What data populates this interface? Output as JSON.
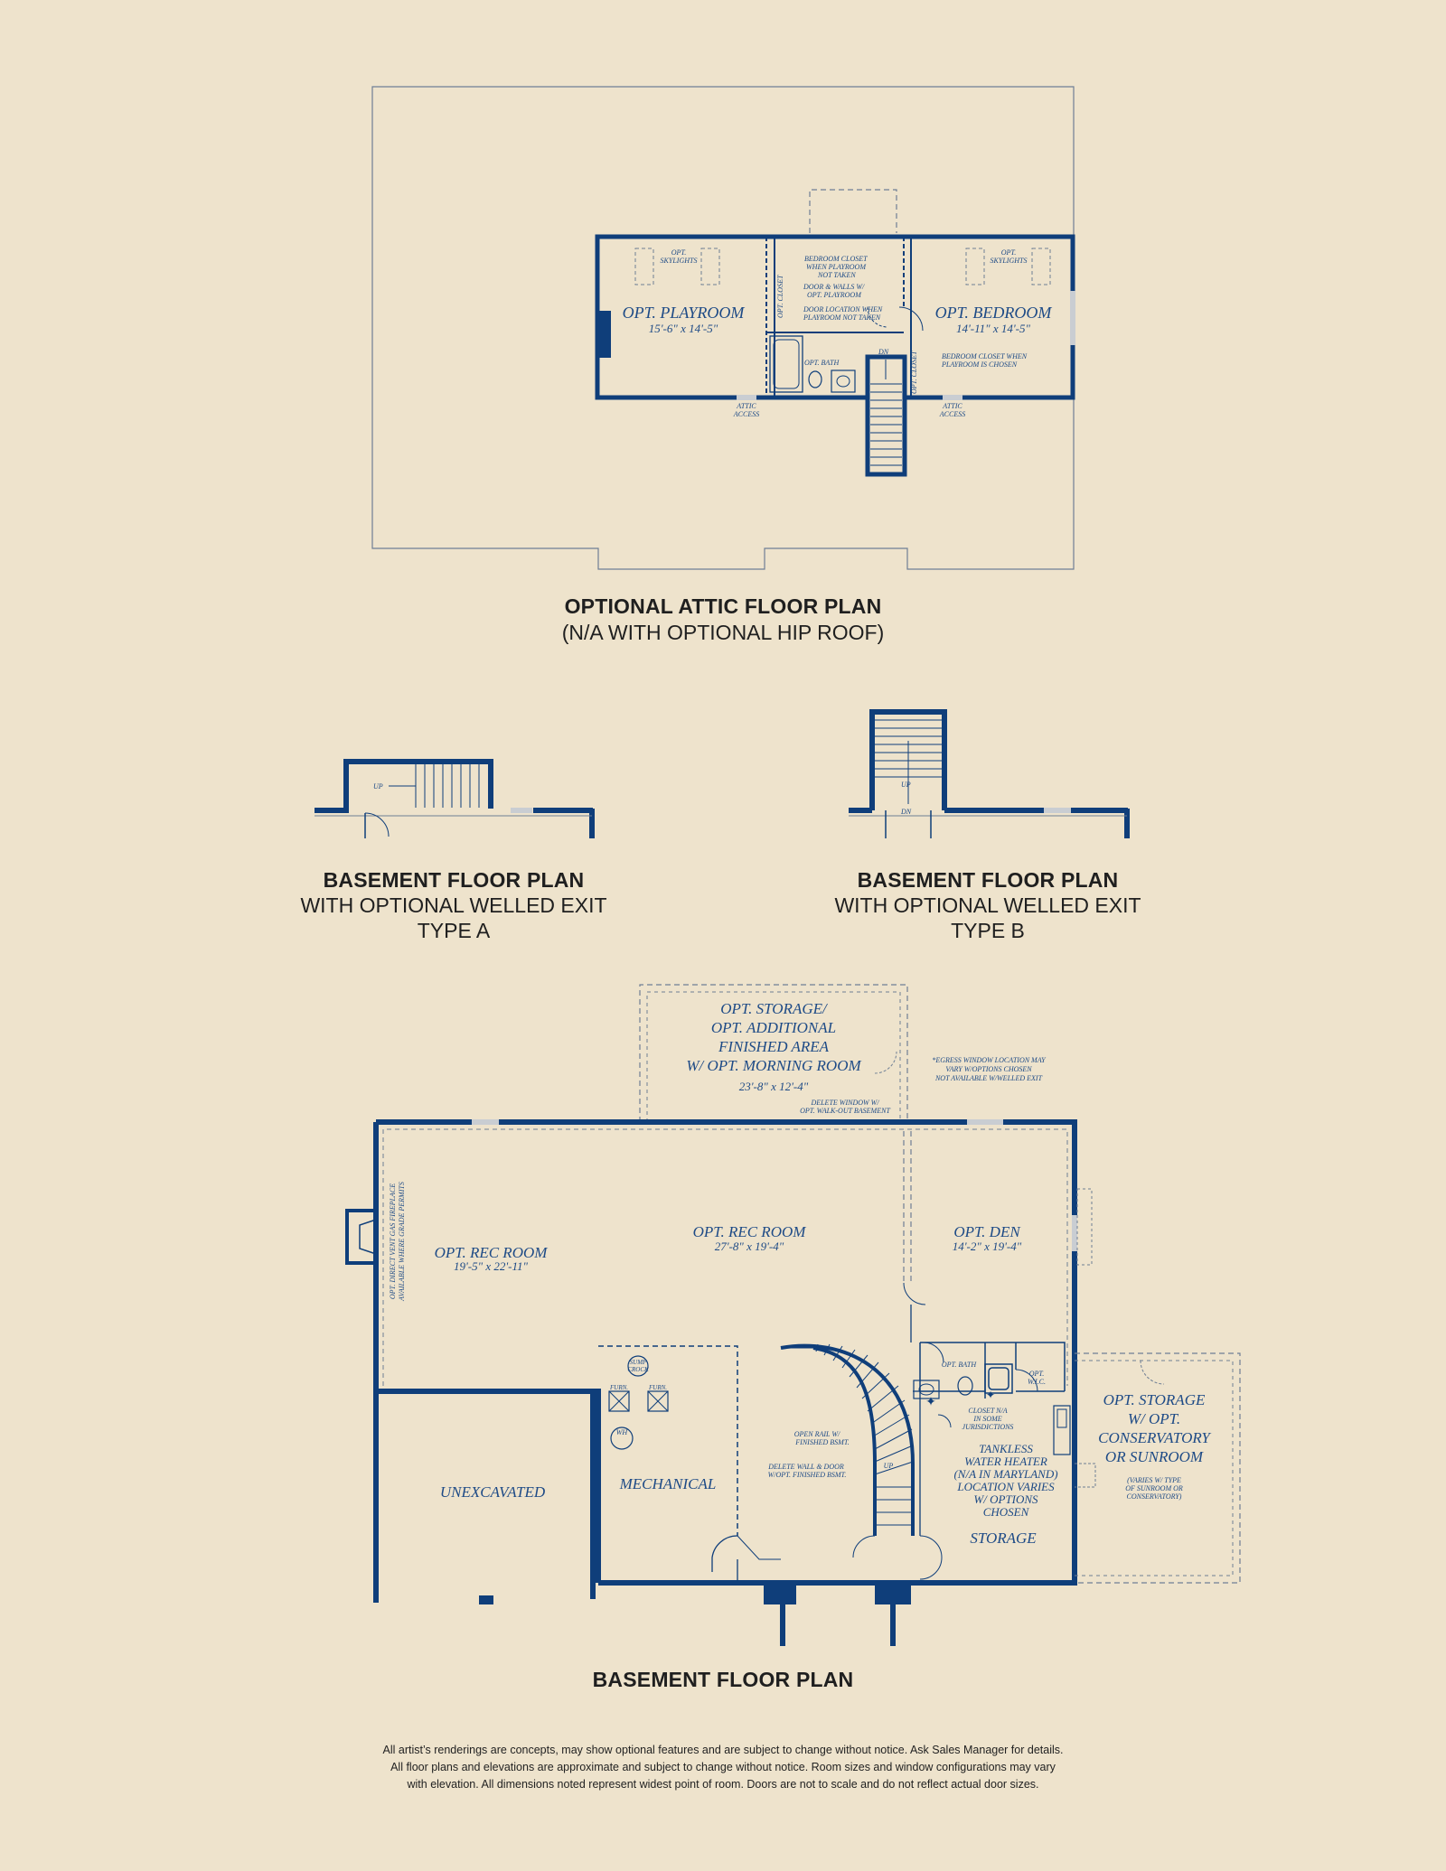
{
  "attic": {
    "title": "OPTIONAL ATTIC FLOOR PLAN",
    "subtitle": "(N/A WITH OPTIONAL HIP ROOF)",
    "rooms": {
      "playroom_name": "OPT. PLAYROOM",
      "playroom_dims": "15'-6\" x 14'-5\"",
      "bedroom_name": "OPT. BEDROOM",
      "bedroom_dims": "14'-11\" x 14'-5\""
    },
    "notes": {
      "skylights_1a": "OPT.",
      "skylights_1b": "SKYLIGHTS",
      "skylights_2a": "OPT.",
      "skylights_2b": "SKYLIGHTS",
      "closet_note_1": "BEDROOM CLOSET",
      "closet_note_2": "WHEN PLAYROOM",
      "closet_note_3": "NOT TAKEN",
      "door_walls_1": "DOOR & WALLS W/",
      "door_walls_2": "OPT. PLAYROOM",
      "door_loc_1": "DOOR LOCATION WHEN",
      "door_loc_2": "PLAYROOM NOT TAKEN",
      "opt_closet_left": "OPT. CLOSET",
      "opt_closet_right": "OPT. CLOSET",
      "opt_bath": "OPT. BATH",
      "dn": "DN",
      "bed_closet_1": "BEDROOM CLOSET WHEN",
      "bed_closet_2": "PLAYROOM IS CHOSEN",
      "attic_access_1a": "ATTIC",
      "attic_access_1b": "ACCESS",
      "attic_access_2a": "ATTIC",
      "attic_access_2b": "ACCESS"
    }
  },
  "exit_a": {
    "title": "BASEMENT FLOOR PLAN",
    "line1": "WITH OPTIONAL WELLED EXIT",
    "line2": "TYPE A",
    "up": "UP"
  },
  "exit_b": {
    "title": "BASEMENT FLOOR PLAN",
    "line1": "WITH OPTIONAL WELLED EXIT",
    "line2": "TYPE B",
    "up": "UP",
    "dn": "DN"
  },
  "basement": {
    "title": "BASEMENT FLOOR PLAN",
    "storage_top_1": "OPT. STORAGE/",
    "storage_top_2": "OPT. ADDITIONAL",
    "storage_top_3": "FINISHED AREA",
    "storage_top_4": "W/ OPT. MORNING ROOM",
    "storage_top_dims": "23'-8\" x 12'-4\"",
    "delete_window_1": "DELETE WINDOW W/",
    "delete_window_2": "OPT. WALK-OUT BASEMENT",
    "egress_1": "*EGRESS WINDOW LOCATION MAY",
    "egress_2": "VARY W/OPTIONS CHOSEN",
    "egress_3": "NOT AVAILABLE W/WELLED EXIT",
    "fireplace_1": "OPT. DIRECT VENT GAS FIREPLACE",
    "fireplace_2": "AVAILABLE WHERE GRADE PERMITS",
    "rec_left_name": "OPT. REC ROOM",
    "rec_left_dims": "19'-5\" x 22'-11\"",
    "rec_mid_name": "OPT. REC ROOM",
    "rec_mid_dims": "27'-8\" x 19'-4\"",
    "den_name": "OPT. DEN",
    "den_dims": "14'-2\" x 19'-4\"",
    "sump_1": "SUMP",
    "sump_2": "CROCK",
    "furn_1": "FURN.",
    "furn_2": "FURN.",
    "wh": "WH",
    "unexcavated": "UNEXCAVATED",
    "mechanical": "MECHANICAL",
    "open_rail_1": "OPEN RAIL W/",
    "open_rail_2": "FINISHED BSMT.",
    "delete_wall_1": "DELETE WALL & DOOR",
    "delete_wall_2": "W/OPT. FINISHED BSMT.",
    "up": "UP",
    "opt_bath": "OPT. BATH",
    "wic_1": "OPT.",
    "wic_2": "W.I.C.",
    "closet_na_1": "CLOSET N/A",
    "closet_na_2": "IN SOME",
    "closet_na_3": "JURISDICTIONS",
    "tankless_1": "TANKLESS",
    "tankless_2": "WATER HEATER",
    "tankless_3": "(N/A IN MARYLAND)",
    "tankless_4": "LOCATION VARIES",
    "tankless_5": "W/ OPTIONS",
    "tankless_6": "CHOSEN",
    "storage": "STORAGE",
    "side_1": "OPT. STORAGE",
    "side_2": "W/ OPT.",
    "side_3": "CONSERVATORY",
    "side_4": "OR SUNROOM",
    "varies_1": "(VARIES W/ TYPE",
    "varies_2": "OF SUNROOM OR",
    "varies_3": "CONSERVATORY)"
  },
  "footer": {
    "line1": "All artist’s renderings are concepts, may show optional features and are subject to change without notice. Ask Sales Manager for details.",
    "line2": "All floor plans and elevations are approximate and subject to change without notice. Room sizes and window configurations may vary",
    "line3": "with elevation. All dimensions noted represent widest point of room. Doors are not to scale and do not reflect actual door sizes."
  },
  "colors": {
    "background": "#EEE3CC",
    "wall": "#0F3E7A",
    "text": "#1D4A86"
  }
}
